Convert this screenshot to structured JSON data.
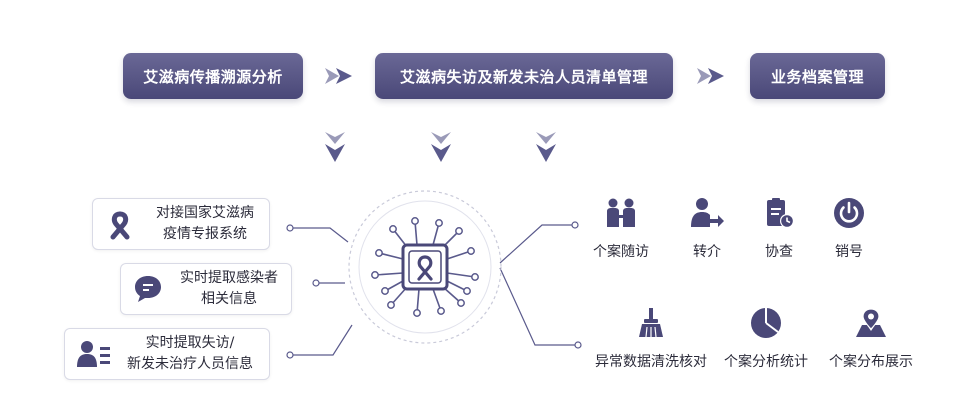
{
  "top_flow": {
    "step1": "艾滋病传播溯源分析",
    "step2": "艾滋病失访及新发未治人员清单管理",
    "step3": "业务档案管理"
  },
  "inputs": [
    {
      "label": "对接国家艾滋病\n疫情专报系统",
      "icon": "awareness-ribbon-icon"
    },
    {
      "label": "实时提取感染者\n相关信息",
      "icon": "chat-bubble-icon"
    },
    {
      "label": "实时提取失访/\n新发未治疗人员信息",
      "icon": "person-list-icon"
    }
  ],
  "hub": {
    "icon": "ribbon-chip-icon"
  },
  "features": [
    {
      "label": "个案随访",
      "icon": "visit-people-icon"
    },
    {
      "label": "转介",
      "icon": "person-transfer-icon"
    },
    {
      "label": "协查",
      "icon": "clipboard-clock-icon"
    },
    {
      "label": "销号",
      "icon": "power-icon"
    },
    {
      "label": "异常数据清洗核对",
      "icon": "broom-icon"
    },
    {
      "label": "个案分析统计",
      "icon": "pie-chart-icon"
    },
    {
      "label": "个案分布展示",
      "icon": "map-pin-icon"
    }
  ],
  "colors": {
    "primary": "#4a4878",
    "accent": "#5a5a8c",
    "line": "#5a5a8c",
    "border": "#d9dae6"
  }
}
